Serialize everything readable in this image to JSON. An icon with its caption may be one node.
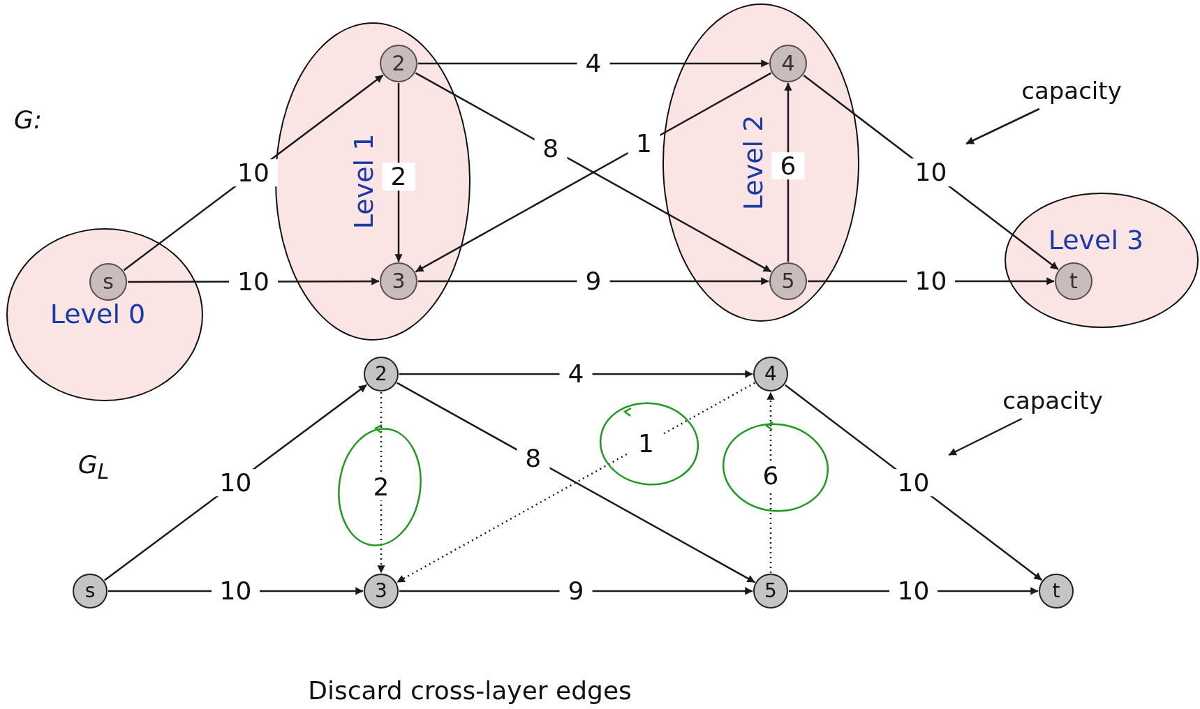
{
  "diagram": {
    "nodes": [
      {
        "text": [
          "Level 0"
        ]
      },
      {
        "text": [
          "s"
        ],
        "in": 0
      },
      {
        "text": [
          "Level 1"
        ]
      },
      {
        "text": [
          "2"
        ],
        "in": 2
      },
      {
        "text": [
          "3"
        ],
        "in": 2
      },
      {
        "text": [
          "Level 2"
        ]
      },
      {
        "text": [
          "4"
        ],
        "in": 5
      },
      {
        "text": [
          "5"
        ],
        "in": 5
      },
      {
        "text": [
          "Level 3"
        ]
      },
      {
        "text": [
          "t"
        ],
        "in": 8
      },
      {
        "text": [
          "s"
        ]
      },
      {
        "text": [
          "2"
        ]
      },
      {
        "text": [
          "3"
        ]
      },
      {
        "text": [
          "4"
        ]
      },
      {
        "text": [
          "5"
        ]
      },
      {
        "text": [
          "t"
        ]
      },
      {
        "text": [
          "capacity"
        ]
      },
      {
        "text": [
          "capacity"
        ]
      }
    ],
    "edges": [
      {
        "from": 1,
        "to": 3,
        "arrow": "to",
        "label": "10"
      },
      {
        "from": 1,
        "to": 4,
        "arrow": "to",
        "label": "10"
      },
      {
        "from": 3,
        "to": 4,
        "arrow": "to",
        "label": "2"
      },
      {
        "from": 3,
        "to": 6,
        "arrow": "to",
        "label": "4"
      },
      {
        "from": 3,
        "to": 7,
        "arrow": "to",
        "label": "8"
      },
      {
        "from": 6,
        "to": 4,
        "arrow": "to",
        "label": "1"
      },
      {
        "from": 7,
        "to": 6,
        "arrow": "to",
        "label": "6"
      },
      {
        "from": 6,
        "to": 9,
        "arrow": "to",
        "label": "10"
      },
      {
        "from": 4,
        "to": 7,
        "arrow": "to",
        "label": "9"
      },
      {
        "from": 7,
        "to": 9,
        "arrow": "to",
        "label": "10"
      },
      {
        "from": 10,
        "to": 11,
        "arrow": "to",
        "label": "10"
      },
      {
        "from": 10,
        "to": 12,
        "arrow": "to",
        "label": "10"
      },
      {
        "from": 11,
        "to": 12,
        "arrow": "to",
        "label": "2",
        "style": "dashed"
      },
      {
        "from": 11,
        "to": 13,
        "arrow": "to",
        "label": "4"
      },
      {
        "from": 11,
        "to": 14,
        "arrow": "to",
        "label": "8"
      },
      {
        "from": 13,
        "to": 12,
        "arrow": "to",
        "label": "1",
        "style": "dashed"
      },
      {
        "from": 14,
        "to": 13,
        "arrow": "to",
        "label": "6",
        "style": "dashed"
      },
      {
        "from": 13,
        "to": 15,
        "arrow": "to",
        "label": "10"
      },
      {
        "from": 12,
        "to": 14,
        "arrow": "to",
        "label": "9"
      },
      {
        "from": 14,
        "to": 15,
        "arrow": "to",
        "label": "10"
      },
      {
        "from": 16,
        "to": null,
        "arrow": "to"
      },
      {
        "from": 17,
        "to": null,
        "arrow": "to"
      }
    ],
    "labels": [
      "G:",
      "G$_{L}$",
      "Discard cross-layer edges"
    ]
  }
}
